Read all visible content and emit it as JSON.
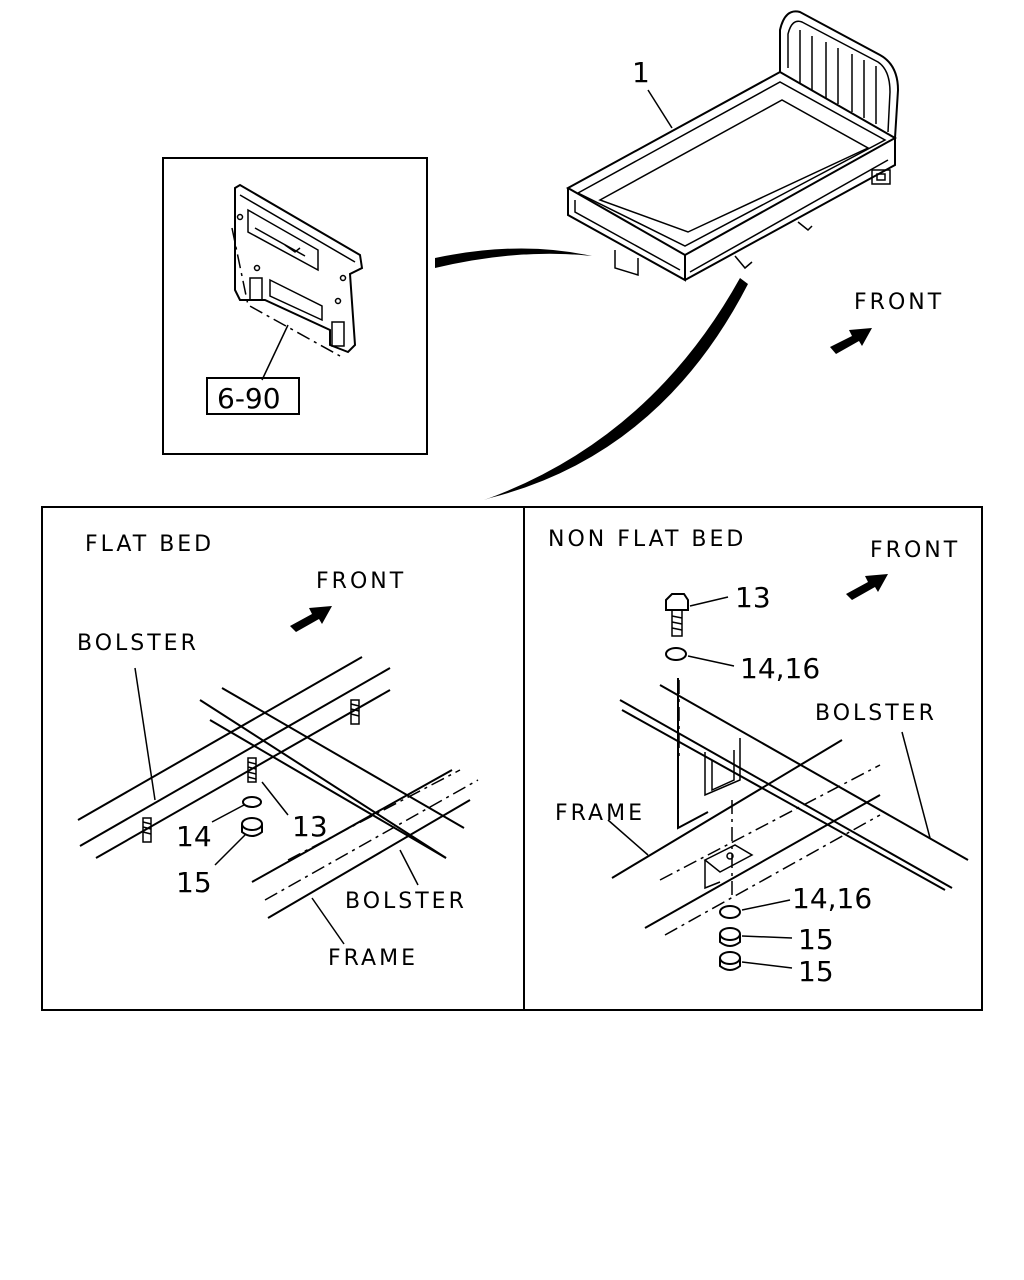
{
  "callouts": {
    "truck_bed": "1",
    "ref_box": "6-90"
  },
  "flat_bed": {
    "title": "FLAT BED",
    "front": "FRONT",
    "bolster_top": "BOLSTER",
    "bolster_bottom": "BOLSTER",
    "frame": "FRAME",
    "num_13": "13",
    "num_14": "14",
    "num_15": "15"
  },
  "non_flat_bed": {
    "title": "NON FLAT BED",
    "front": "FRONT",
    "bolster": "BOLSTER",
    "frame": "FRAME",
    "num_13": "13",
    "num_14_16_top": "14,16",
    "num_14_16_bottom": "14,16",
    "num_15_a": "15",
    "num_15_b": "15"
  },
  "top_front": "FRONT"
}
